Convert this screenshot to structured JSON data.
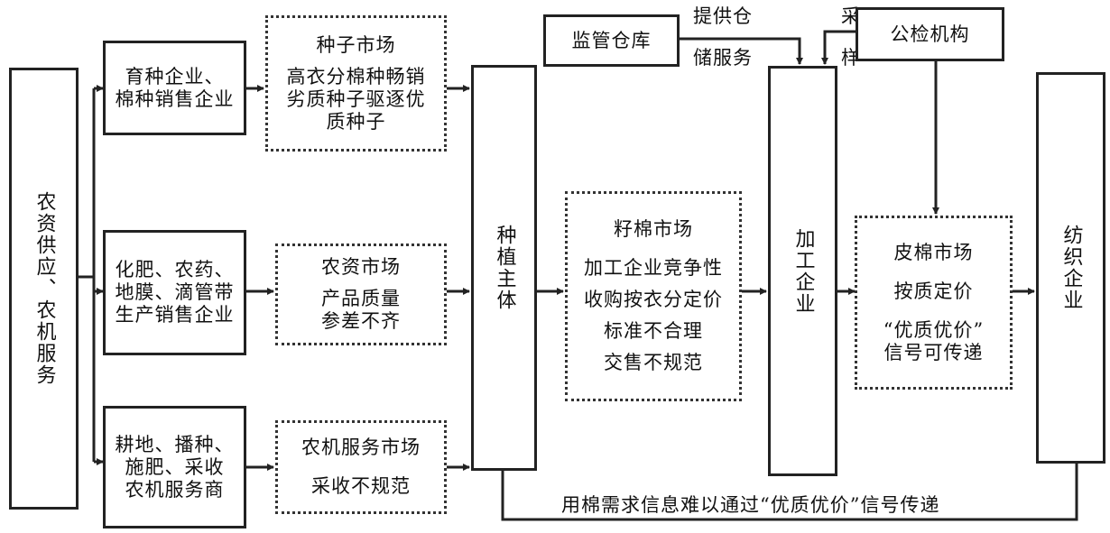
{
  "left_column": "农资供应、农机服务",
  "suppliers": {
    "seed": [
      "育种企业、",
      "棉种销售企业"
    ],
    "agri_input": [
      "化肥、农药、",
      "地膜、滴管带",
      "生产销售企业"
    ],
    "machinery": [
      "耕地、播种、",
      "施肥、采收",
      "农机服务商"
    ]
  },
  "markets": {
    "seed": {
      "title": "种子市场",
      "body": [
        "高衣分棉种畅销",
        "劣质种子驱逐优",
        "质种子"
      ]
    },
    "agri_input": {
      "title": "农资市场",
      "body": [
        "产品质量",
        "参差不齐"
      ]
    },
    "machinery": {
      "title": "农机服务市场",
      "body": [
        "采收不规范"
      ]
    }
  },
  "grower": "种植主体",
  "seed_cotton_market": {
    "title": "籽棉市场",
    "lines": [
      "加工企业竞争性",
      "收购按衣分定价",
      "标准不合理",
      "交售不规范"
    ]
  },
  "warehouse": "监管仓库",
  "warehouse_label": [
    "提供仓",
    "储服务"
  ],
  "inspection": "公检机构",
  "sampling_label": [
    "采",
    "样"
  ],
  "processor": "加工企业",
  "lint_market": {
    "title": "皮棉市场",
    "lines": [
      "按质定价",
      "“优质优价”",
      "信号可传递"
    ]
  },
  "textile": "纺织企业",
  "feedback_label": "用棉需求信息难以通过“优质优价”信号传递"
}
